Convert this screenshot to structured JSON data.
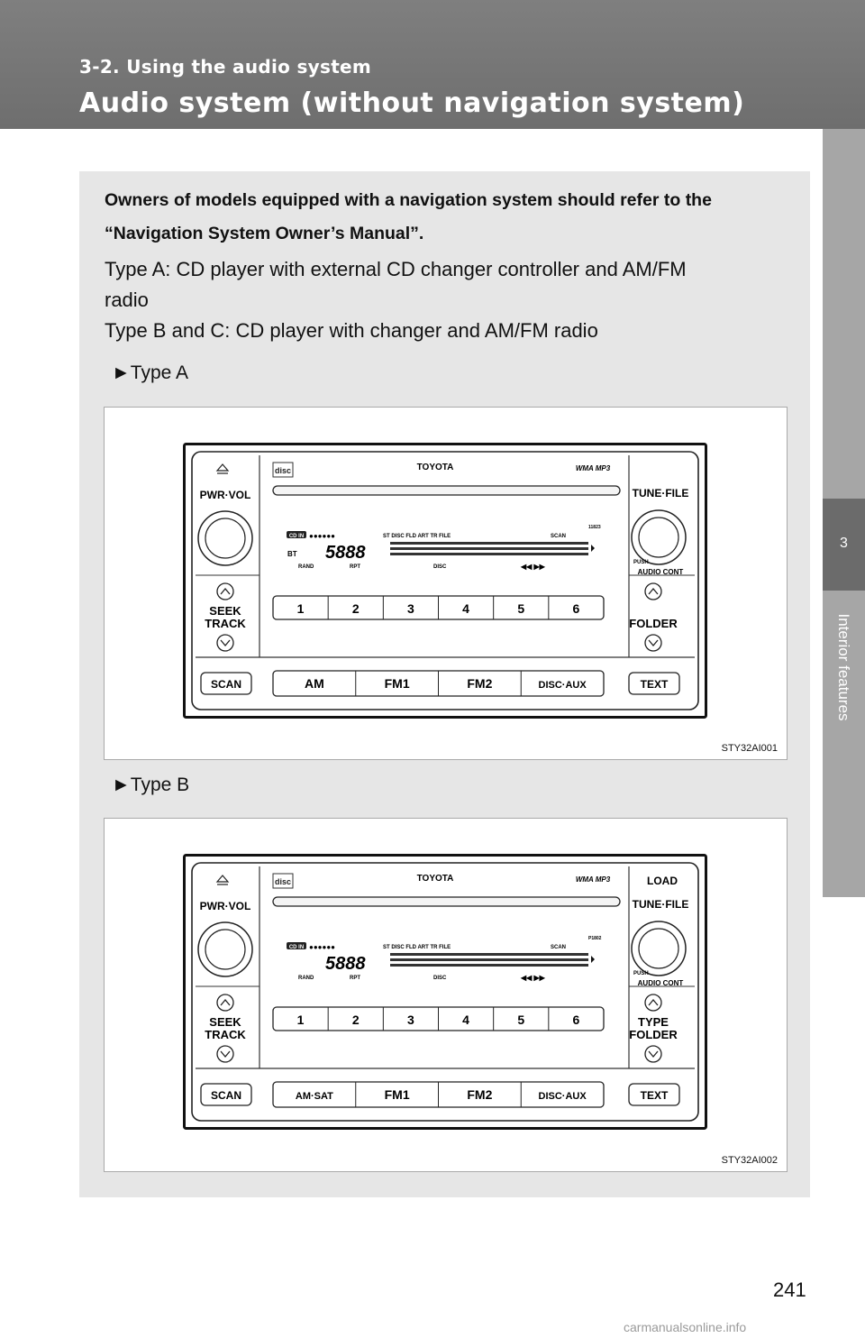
{
  "header": {
    "section": "3-2. Using the audio system",
    "title": "Audio system (without navigation system)"
  },
  "side_tab": {
    "chapter": "3",
    "label": "Interior features"
  },
  "intro": "Owners of models equipped with a navigation system should refer to the “Navigation System Owner’s Manual”.",
  "types": {
    "type_a_desc_1": "Type A: CD player with external CD changer controller and AM/FM",
    "type_a_desc_2": "radio",
    "type_bc_desc": "Type B and C: CD player with changer and AM/FM radio"
  },
  "figures": [
    {
      "heading": "►Type A",
      "code": "STY32AI001",
      "panel": {
        "brand": "TOYOTA",
        "format": "WMA MP3",
        "load": "",
        "knob_left": "PWR·VOL",
        "knob_right": "TUNE·FILE",
        "push": "PUSH",
        "audio_cont": "AUDIO CONT",
        "seek_1": "SEEK",
        "seek_2": "TRACK",
        "right_btn_1": "",
        "right_btn_2": "FOLDER",
        "presets": [
          "1",
          "2",
          "3",
          "4",
          "5",
          "6"
        ],
        "scan": "SCAN",
        "text": "TEXT",
        "band_buttons": [
          "AM",
          "FM1",
          "FM2",
          "DISC·AUX"
        ],
        "display_top": "ST DISC    FLD ART  TR  FILE",
        "display_scan": "SCAN",
        "display_rand": "RAND",
        "display_rpt": "RPT",
        "display_disc": "DISC",
        "cd_in": "CD IN",
        "bt": "BT",
        "code_small": "11823"
      }
    },
    {
      "heading": "►Type B",
      "code": "STY32AI002",
      "panel": {
        "brand": "TOYOTA",
        "format": "WMA MP3",
        "load": "LOAD",
        "knob_left": "PWR·VOL",
        "knob_right": "TUNE·FILE",
        "push": "PUSH",
        "audio_cont": "AUDIO CONT",
        "seek_1": "SEEK",
        "seek_2": "TRACK",
        "right_btn_1": "TYPE",
        "right_btn_2": "FOLDER",
        "presets": [
          "1",
          "2",
          "3",
          "4",
          "5",
          "6"
        ],
        "scan": "SCAN",
        "text": "TEXT",
        "band_buttons": [
          "AM·SAT",
          "FM1",
          "FM2",
          "DISC·AUX"
        ],
        "display_top": "ST DISC    FLD ART  TR  FILE",
        "display_scan": "SCAN",
        "display_rand": "RAND",
        "display_rpt": "RPT",
        "display_disc": "DISC",
        "cd_in": "CD IN",
        "bt": "",
        "code_small": "P1802"
      }
    }
  ],
  "page_number": "241",
  "watermark": "carmanualsonline.info"
}
